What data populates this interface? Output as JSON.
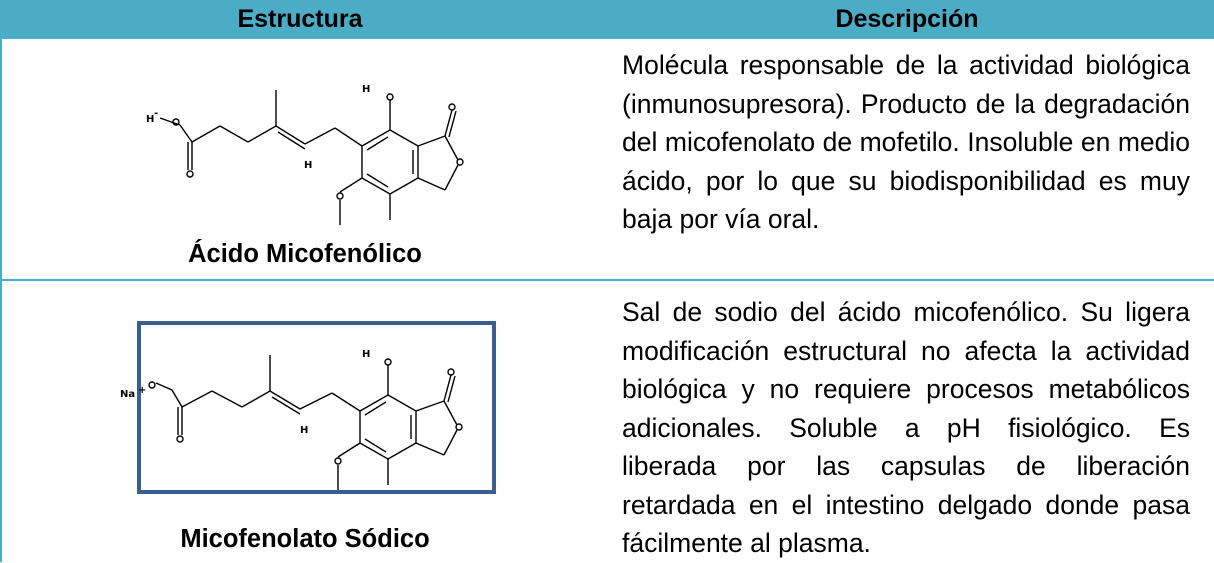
{
  "header": {
    "structure": "Estructura",
    "description": "Descripción"
  },
  "rows": [
    {
      "caption": "Ácido Micofenólico",
      "description": "Molécula responsable de la actividad biológica (inmunosupresora). Producto de la degradación del micofenolato de mofetilo. Insoluble en medio ácido, por lo que su biodisponibilidad es muy baja por vía oral.",
      "atoms": {
        "h_acid": "H",
        "o_minus": "-",
        "h_top": "H",
        "h_alkene": "H"
      }
    },
    {
      "caption": "Micofenolato Sódico",
      "description": "Sal de sodio del ácido micofenólico. Su ligera modificación estructural no afecta la actividad biológica y no requiere procesos metabólicos adicionales. Soluble a pH fisiológico. Es liberada por las capsulas de liberación retardada en el intestino delgado donde pasa fácilmente al plasma.",
      "atoms": {
        "na": "Na",
        "plus": "+",
        "h_top": "H",
        "h_alkene": "H"
      }
    }
  ],
  "colors": {
    "header_bg": "#4bacc6",
    "frame": "#3a5f8f"
  }
}
